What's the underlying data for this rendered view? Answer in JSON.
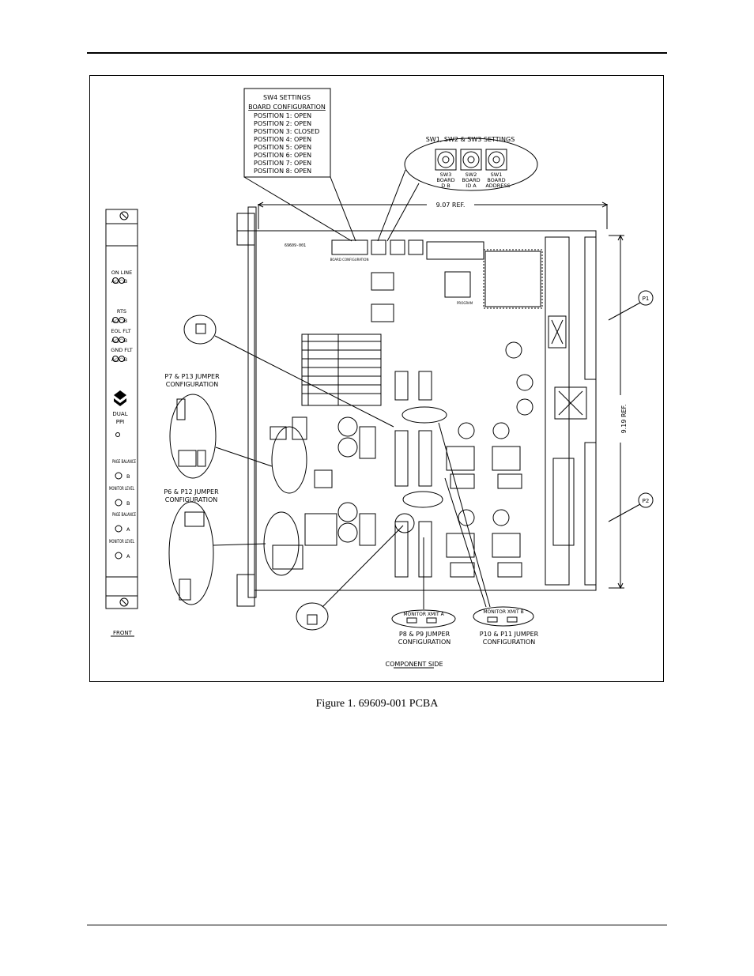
{
  "caption": "Figure 1.  69609-001 PCBA",
  "sw4_box": {
    "title": "SW4 SETTINGS",
    "subtitle": "BOARD CONFIGURATION",
    "positions": [
      "POSITION 1:  OPEN",
      "POSITION 2:  OPEN",
      "POSITION 3:  CLOSED",
      "POSITION 4:  OPEN",
      "POSITION 5:  OPEN",
      "POSITION 6:  OPEN",
      "POSITION 7:  OPEN",
      "POSITION 8:  OPEN"
    ]
  },
  "sw_settings": {
    "title": "SW1, SW2 & SW3 SETTINGS",
    "switches": [
      {
        "name": "SW3",
        "line1": "BOARD",
        "line2": "D B"
      },
      {
        "name": "SW2",
        "line1": "BOARD",
        "line2": "ID A"
      },
      {
        "name": "SW1",
        "line1": "BOARD",
        "line2": "ADDRESS"
      }
    ]
  },
  "dimensions": {
    "width": "9.07 REF.",
    "height": "9.19 REF."
  },
  "connectors": {
    "p1": "P1",
    "p2": "P2"
  },
  "front_panel": {
    "label": "FRONT",
    "online": "ON LINE",
    "rts": "RTS",
    "eol_flt": "EOL FLT",
    "gnd_flt": "GND FLT",
    "ab": "A○○B",
    "name1": "DUAL",
    "name2": "PPI",
    "page_balance": "PAGE BALANCE",
    "monitor_level": "MONITOR LEVEL",
    "b": "B",
    "a": "A"
  },
  "jumpers": {
    "p7_p13": [
      "P7 & P13 JUMPER",
      "CONFIGURATION"
    ],
    "p6_p12": [
      "P6 & P12 JUMPER",
      "CONFIGURATION"
    ],
    "p8_p9": [
      "P8 & P9 JUMPER",
      "CONFIGURATION"
    ],
    "p10_p11": [
      "P10 & P11 JUMPER",
      "CONFIGURATION"
    ],
    "monitor_xmit_a": "MONITOR XMIT A",
    "monitor_xmit_b": "MONITOR XMIT B"
  },
  "board": {
    "part_no": "69609-001",
    "sw4_label": "BOARD CONFIGURATION",
    "program": "PROGRAM"
  },
  "component_side": "COMPONENT SIDE"
}
